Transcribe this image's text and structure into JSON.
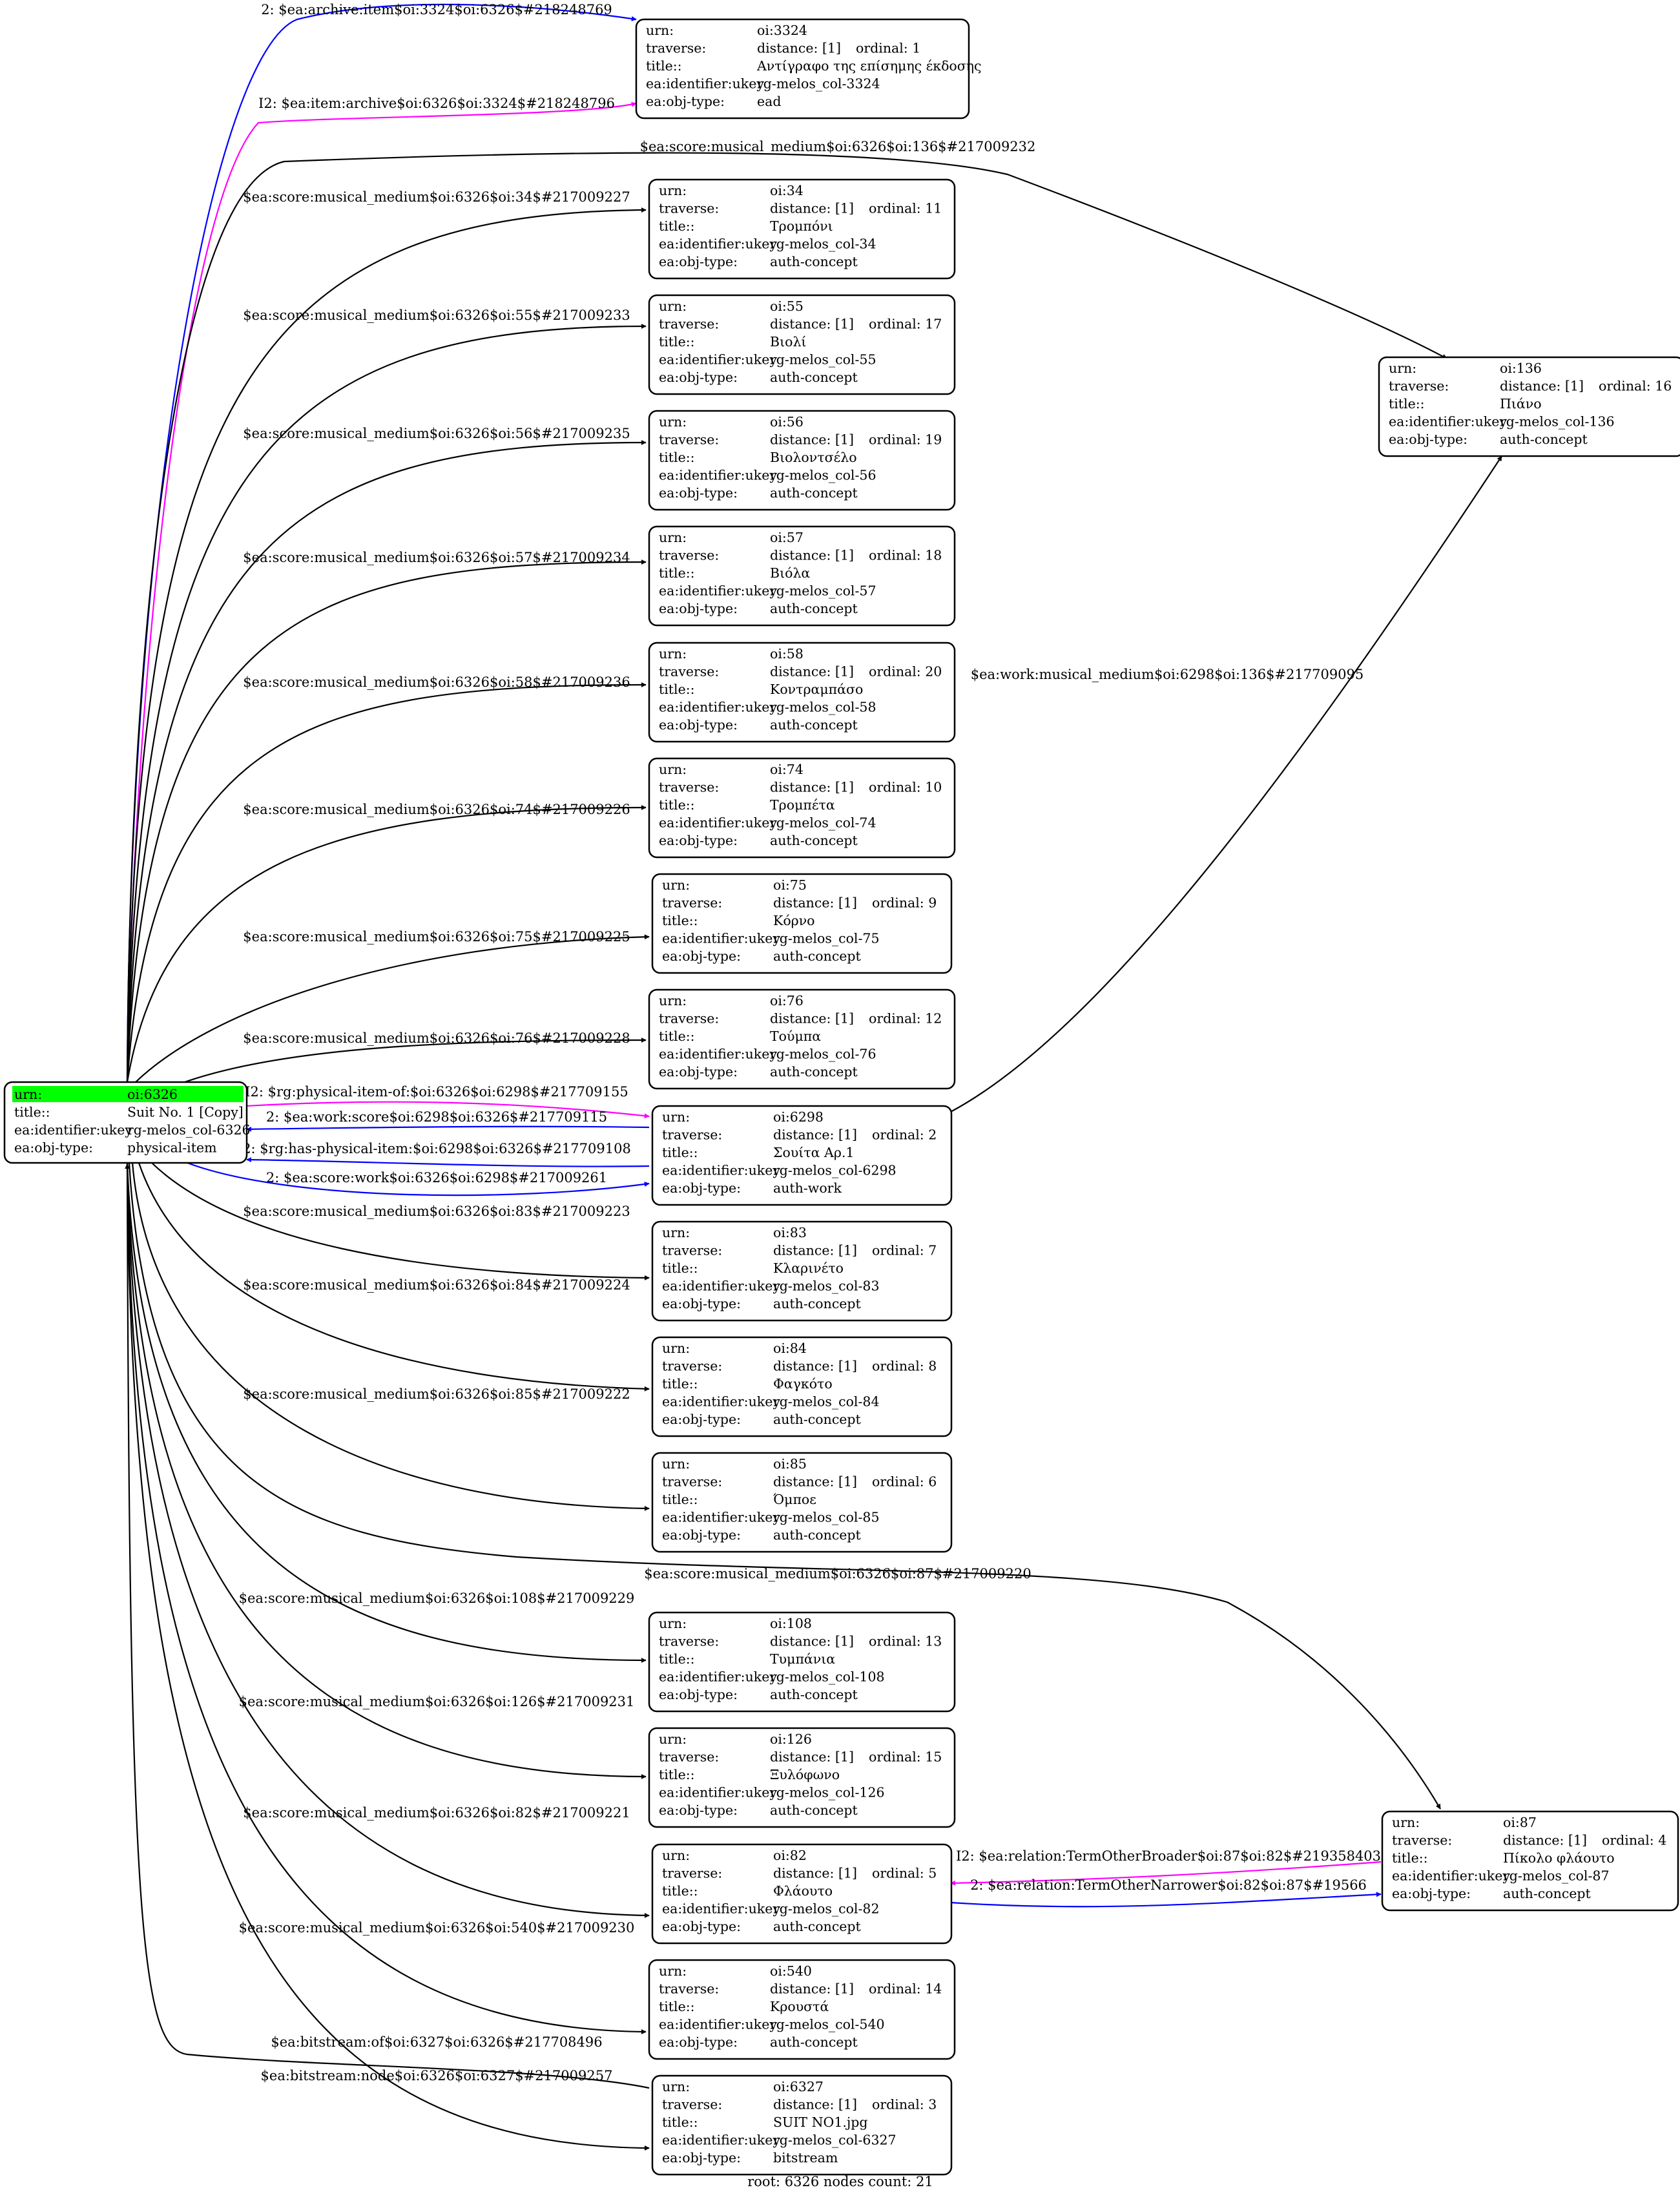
{
  "colors": {
    "black": "#000000",
    "blue": "#0000ff",
    "magenta": "#ff00ff",
    "root_highlight": "#00ff00",
    "focus_fill": "#ff33ff"
  },
  "root_node": {
    "rows": [
      {
        "key": "urn:",
        "value": "oi:6326"
      },
      {
        "key": "title::",
        "value": "Suit No. 1 [Copy]"
      },
      {
        "key": "ea:identifier:ukey",
        "value": "rg-melos_col-6326"
      },
      {
        "key": "ea:obj-type:",
        "value": "physical-item"
      }
    ]
  },
  "nodes": [
    {
      "id": "n3324",
      "urn": "oi:3324",
      "distance": "distance: [1]",
      "ordinal": "ordinal: 1",
      "title": "Αντίγραφο της επίσημης έκδοσης",
      "ukey": "rg-melos_col-3324",
      "type": "ead"
    },
    {
      "id": "n34",
      "urn": "oi:34",
      "distance": "distance: [1]",
      "ordinal": "ordinal: 11",
      "title": "Τρομπόνι",
      "ukey": "rg-melos_col-34",
      "type": "auth-concept"
    },
    {
      "id": "n55",
      "urn": "oi:55",
      "distance": "distance: [1]",
      "ordinal": "ordinal: 17",
      "title": "Βιολί",
      "ukey": "rg-melos_col-55",
      "type": "auth-concept"
    },
    {
      "id": "n56",
      "urn": "oi:56",
      "distance": "distance: [1]",
      "ordinal": "ordinal: 19",
      "title": "Βιολοντσέλο",
      "ukey": "rg-melos_col-56",
      "type": "auth-concept"
    },
    {
      "id": "n57",
      "urn": "oi:57",
      "distance": "distance: [1]",
      "ordinal": "ordinal: 18",
      "title": "Βιόλα",
      "ukey": "rg-melos_col-57",
      "type": "auth-concept"
    },
    {
      "id": "n58",
      "urn": "oi:58",
      "distance": "distance: [1]",
      "ordinal": "ordinal: 20",
      "title": "Κοντραμπάσο",
      "ukey": "rg-melos_col-58",
      "type": "auth-concept"
    },
    {
      "id": "n74",
      "urn": "oi:74",
      "distance": "distance: [1]",
      "ordinal": "ordinal: 10",
      "title": "Τρομπέτα",
      "ukey": "rg-melos_col-74",
      "type": "auth-concept"
    },
    {
      "id": "n75",
      "urn": "oi:75",
      "distance": "distance: [1]",
      "ordinal": "ordinal: 9",
      "title": "Κόρνο",
      "ukey": "rg-melos_col-75",
      "type": "auth-concept"
    },
    {
      "id": "n76",
      "urn": "oi:76",
      "distance": "distance: [1]",
      "ordinal": "ordinal: 12",
      "title": "Τούμπα",
      "ukey": "rg-melos_col-76",
      "type": "auth-concept"
    },
    {
      "id": "n6298",
      "urn": "oi:6298",
      "distance": "distance: [1]",
      "ordinal": "ordinal: 2",
      "title": "Σουίτα Αρ.1",
      "ukey": "rg-melos_col-6298",
      "type": "auth-work"
    },
    {
      "id": "n83",
      "urn": "oi:83",
      "distance": "distance: [1]",
      "ordinal": "ordinal: 7",
      "title": "Κλαρινέτο",
      "ukey": "rg-melos_col-83",
      "type": "auth-concept"
    },
    {
      "id": "n84",
      "urn": "oi:84",
      "distance": "distance: [1]",
      "ordinal": "ordinal: 8",
      "title": "Φαγκότο",
      "ukey": "rg-melos_col-84",
      "type": "auth-concept"
    },
    {
      "id": "n85",
      "urn": "oi:85",
      "distance": "distance: [1]",
      "ordinal": "ordinal: 6",
      "title": "Όμποε",
      "ukey": "rg-melos_col-85",
      "type": "auth-concept"
    },
    {
      "id": "n108",
      "urn": "oi:108",
      "distance": "distance: [1]",
      "ordinal": "ordinal: 13",
      "title": "Τυμπάνια",
      "ukey": "rg-melos_col-108",
      "type": "auth-concept"
    },
    {
      "id": "n126",
      "urn": "oi:126",
      "distance": "distance: [1]",
      "ordinal": "ordinal: 15",
      "title": "Ξυλόφωνο",
      "ukey": "rg-melos_col-126",
      "type": "auth-concept"
    },
    {
      "id": "n82",
      "urn": "oi:82",
      "distance": "distance: [1]",
      "ordinal": "ordinal: 5",
      "title": "Φλάουτο",
      "ukey": "rg-melos_col-82",
      "type": "auth-concept"
    },
    {
      "id": "n540",
      "urn": "oi:540",
      "distance": "distance: [1]",
      "ordinal": "ordinal: 14",
      "title": "Κρουστά",
      "ukey": "rg-melos_col-540",
      "type": "auth-concept"
    },
    {
      "id": "n6327",
      "urn": "oi:6327",
      "distance": "distance: [1]",
      "ordinal": "ordinal: 3",
      "title": "SUIT NO1.jpg",
      "ukey": "rg-melos_col-6327",
      "type": "bitstream"
    },
    {
      "id": "n136",
      "urn": "oi:136",
      "distance": "distance: [1]",
      "ordinal": "ordinal: 16",
      "title": "Πιάνο",
      "ukey": "rg-melos_col-136",
      "type": "auth-concept"
    },
    {
      "id": "n87",
      "urn": "oi:87",
      "distance": "distance: [1]",
      "ordinal": "ordinal: 4",
      "title": "Πίκολο φλάουτο",
      "ukey": "rg-melos_col-87",
      "type": "auth-concept"
    }
  ],
  "field_labels": {
    "urn": "urn:",
    "traverse": "traverse:",
    "title": "title::",
    "ukey": "ea:identifier:ukey",
    "type": "ea:obj-type:"
  },
  "edges": [
    {
      "id": "e1",
      "label": "2: $ea:archive:item$oi:3324$oi:6326$#218248769",
      "color": "blue"
    },
    {
      "id": "e2",
      "label": "I2: $ea:item:archive$oi:6326$oi:3324$#218248796",
      "color": "magenta"
    },
    {
      "id": "e3",
      "label": "$ea:score:musical_medium$oi:6326$oi:136$#217009232",
      "color": "black"
    },
    {
      "id": "e4",
      "label": "$ea:score:musical_medium$oi:6326$oi:34$#217009227",
      "color": "black"
    },
    {
      "id": "e5",
      "label": "$ea:score:musical_medium$oi:6326$oi:55$#217009233",
      "color": "black"
    },
    {
      "id": "e6",
      "label": "$ea:score:musical_medium$oi:6326$oi:56$#217009235",
      "color": "black"
    },
    {
      "id": "e7",
      "label": "$ea:score:musical_medium$oi:6326$oi:57$#217009234",
      "color": "black"
    },
    {
      "id": "e8",
      "label": "$ea:score:musical_medium$oi:6326$oi:58$#217009236",
      "color": "black"
    },
    {
      "id": "e9",
      "label": "$ea:score:musical_medium$oi:6326$oi:74$#217009226",
      "color": "black"
    },
    {
      "id": "e10",
      "label": "$ea:score:musical_medium$oi:6326$oi:75$#217009225",
      "color": "black"
    },
    {
      "id": "e11",
      "label": "$ea:score:musical_medium$oi:6326$oi:76$#217009228",
      "color": "black"
    },
    {
      "id": "e12",
      "label": "I2: $rg:physical-item-of:$oi:6326$oi:6298$#217709155",
      "color": "magenta"
    },
    {
      "id": "e13",
      "label": "2: $ea:work:score$oi:6298$oi:6326$#217709115",
      "color": "blue"
    },
    {
      "id": "e14",
      "label": "2: $rg:has-physical-item:$oi:6298$oi:6326$#217709108",
      "color": "blue"
    },
    {
      "id": "e15",
      "label": "2: $ea:score:work$oi:6326$oi:6298$#217009261",
      "color": "blue"
    },
    {
      "id": "e16",
      "label": "$ea:score:musical_medium$oi:6326$oi:83$#217009223",
      "color": "black"
    },
    {
      "id": "e17",
      "label": "$ea:score:musical_medium$oi:6326$oi:84$#217009224",
      "color": "black"
    },
    {
      "id": "e18",
      "label": "$ea:score:musical_medium$oi:6326$oi:85$#217009222",
      "color": "black"
    },
    {
      "id": "e19",
      "label": "$ea:score:musical_medium$oi:6326$oi:87$#217009220",
      "color": "black"
    },
    {
      "id": "e20",
      "label": "$ea:score:musical_medium$oi:6326$oi:108$#217009229",
      "color": "black"
    },
    {
      "id": "e21",
      "label": "$ea:score:musical_medium$oi:6326$oi:126$#217009231",
      "color": "black"
    },
    {
      "id": "e22",
      "label": "$ea:score:musical_medium$oi:6326$oi:82$#217009221",
      "color": "black"
    },
    {
      "id": "e23",
      "label": "$ea:score:musical_medium$oi:6326$oi:540$#217009230",
      "color": "black"
    },
    {
      "id": "e24",
      "label": "$ea:bitstream:of$oi:6327$oi:6326$#217708496",
      "color": "black"
    },
    {
      "id": "e25",
      "label": "$ea:bitstream:node$oi:6326$oi:6327$#217009257",
      "color": "black"
    },
    {
      "id": "e26",
      "label": "$ea:work:musical_medium$oi:6298$oi:136$#217709095",
      "color": "black"
    },
    {
      "id": "e27",
      "label": "I2: $ea:relation:TermOtherBroader$oi:87$oi:82$#219358403",
      "color": "magenta"
    },
    {
      "id": "e28",
      "label": "2: $ea:relation:TermOtherNarrower$oi:82$oi:87$#19566",
      "color": "blue"
    }
  ],
  "footer": "root: 6326 nodes count: 21"
}
